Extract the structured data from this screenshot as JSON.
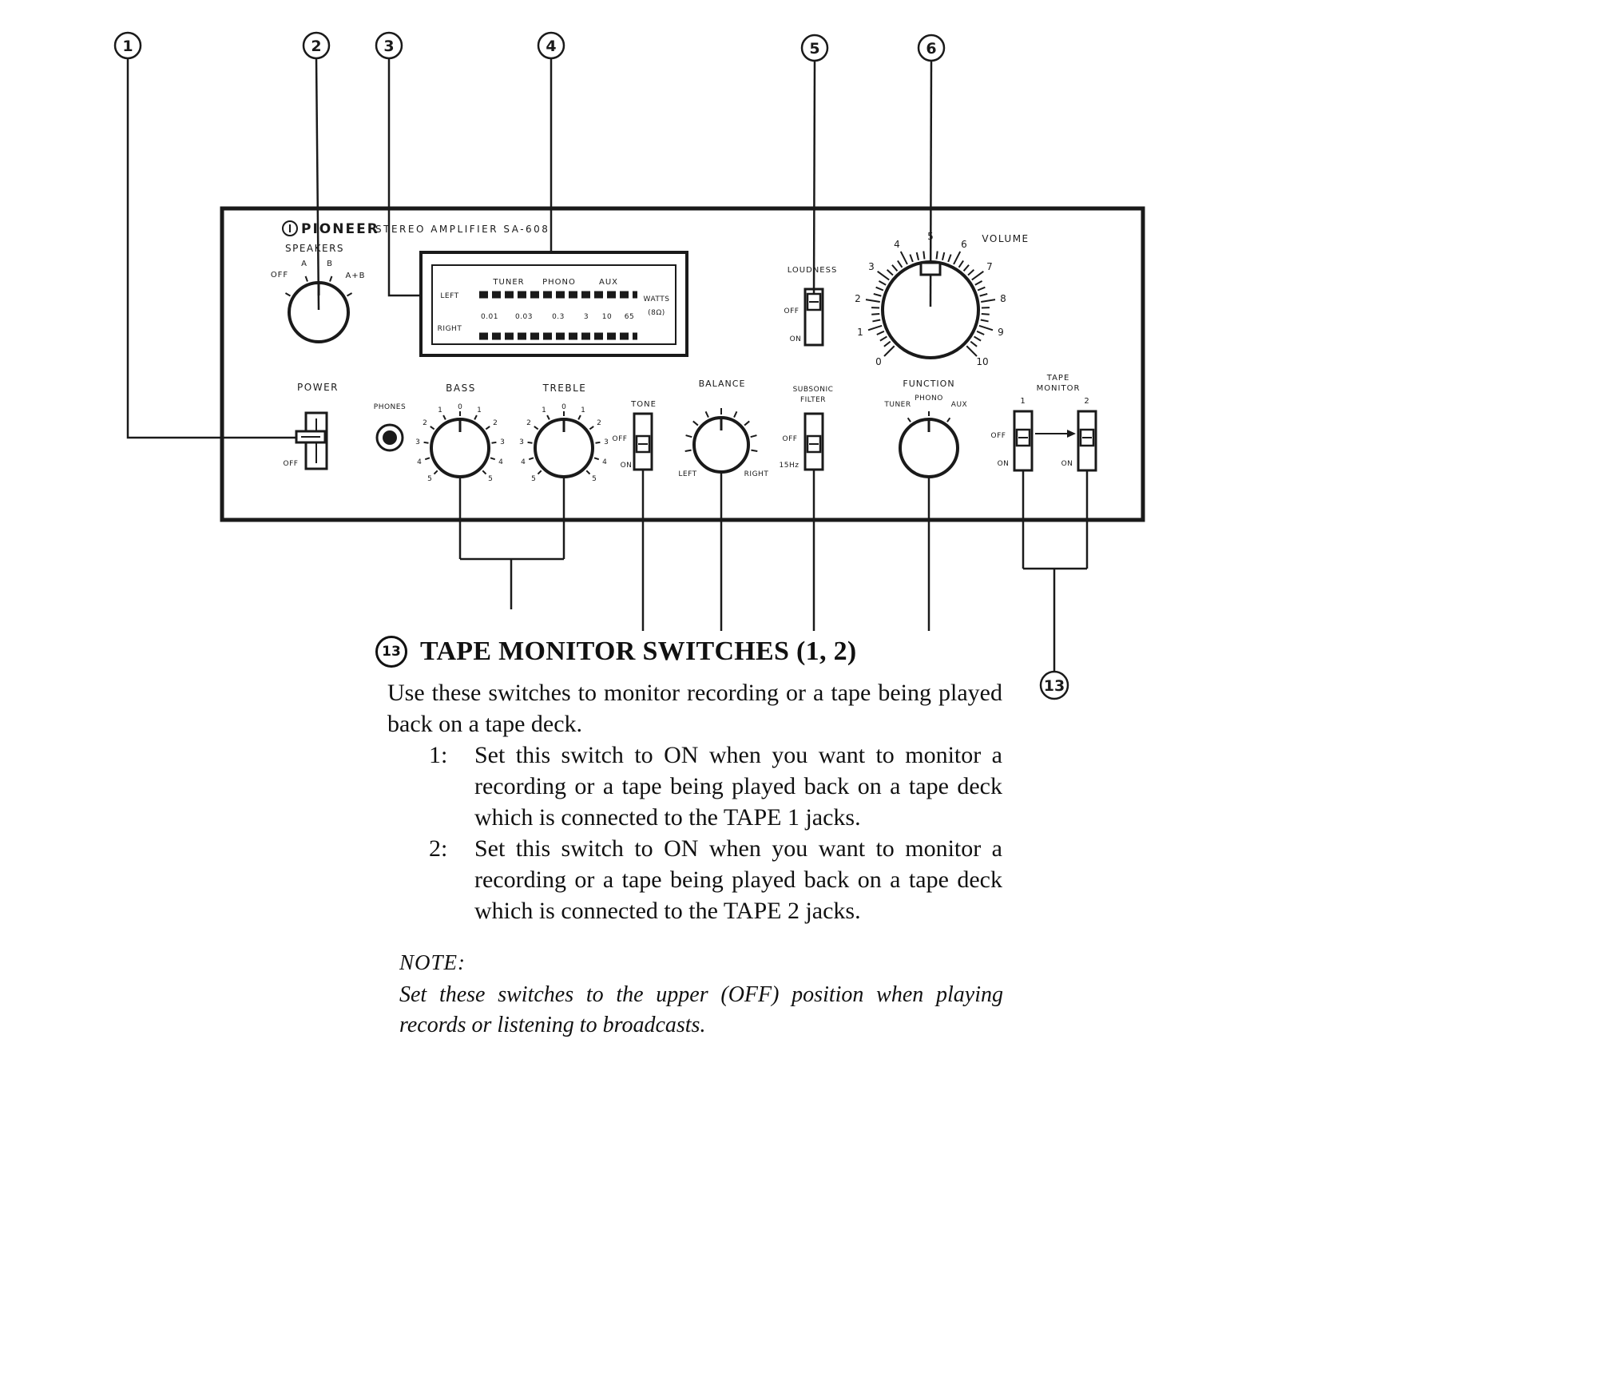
{
  "callouts": {
    "c1": "1",
    "c2": "2",
    "c3": "3",
    "c4": "4",
    "c5": "5",
    "c6": "6",
    "c13": "13"
  },
  "panel": {
    "brand": "PIONEER",
    "model": "STEREO AMPLIFIER SA-608",
    "speakers": {
      "label": "SPEAKERS",
      "off": "OFF",
      "a": "A",
      "b": "B",
      "ab": "A+B"
    },
    "meter": {
      "tuner": "TUNER",
      "phono": "PHONO",
      "aux": "AUX",
      "left": "LEFT",
      "right": "RIGHT",
      "scale": [
        "0.01",
        "0.03",
        "0.3",
        "3",
        "10",
        "65"
      ],
      "watts": "WATTS",
      "ohms": "(8Ω)"
    },
    "loudness": {
      "label": "LOUDNESS",
      "off": "OFF",
      "on": "ON"
    },
    "volume": {
      "label": "VOLUME",
      "scale": [
        "0",
        "1",
        "2",
        "3",
        "4",
        "5",
        "6",
        "7",
        "8",
        "9",
        "10"
      ]
    },
    "power": {
      "label": "POWER",
      "off": "OFF"
    },
    "phones": {
      "label": "PHONES"
    },
    "bass": {
      "label": "BASS"
    },
    "treble": {
      "label": "TREBLE"
    },
    "knob_scale": {
      "s0": "0",
      "s1": "1",
      "s2": "2",
      "s3": "3",
      "s4": "4",
      "s5": "5"
    },
    "tone": {
      "label": "TONE",
      "off": "OFF",
      "on": "ON"
    },
    "balance": {
      "label": "BALANCE",
      "left": "LEFT",
      "right": "RIGHT"
    },
    "subsonic": {
      "line1": "SUBSONIC",
      "line2": "FILTER",
      "off": "OFF",
      "on": "15Hz"
    },
    "function": {
      "label": "FUNCTION",
      "tuner": "TUNER",
      "phono": "PHONO",
      "aux": "AUX"
    },
    "tape": {
      "line1": "TAPE",
      "line2": "MONITOR",
      "one": "1",
      "two": "2",
      "off": "OFF",
      "on1": "ON",
      "on2": "ON"
    }
  },
  "section": {
    "number": "13",
    "title": "TAPE MONITOR SWITCHES (1, 2)",
    "intro": "Use these switches to monitor recording or a tape being played back on a tape deck.",
    "items": [
      {
        "num": "1:",
        "text": "Set this switch to ON when you want to monitor a recording or a tape being played back on a tape deck which is connected to the TAPE 1 jacks."
      },
      {
        "num": "2:",
        "text": "Set this switch to ON when you want to monitor a recording or a tape being played back on a tape deck which is connected to the TAPE 2 jacks."
      }
    ],
    "note_label": "NOTE:",
    "note_text": "Set these switches to the upper (OFF) position when playing records or listening to broadcasts."
  }
}
